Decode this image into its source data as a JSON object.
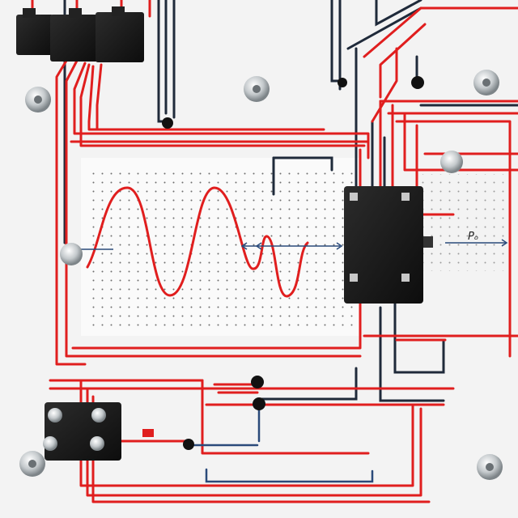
{
  "scene": {
    "description_free": true,
    "output_label": "Pₒ"
  },
  "colors": {
    "board": "#f4f4f4",
    "breadboard": "#fbfbfb",
    "wire_red": "#e01e1e",
    "wire_dark": "#1f2a3a",
    "wire_blue": "#2a4a7a",
    "component": "#1a1a1a",
    "screw": "#cfd3d6"
  },
  "icons": {
    "connector": "black-terminal-block",
    "module": "black-module-box",
    "screw": "hex-standoff-screw",
    "waveform": "sine-waveform"
  }
}
